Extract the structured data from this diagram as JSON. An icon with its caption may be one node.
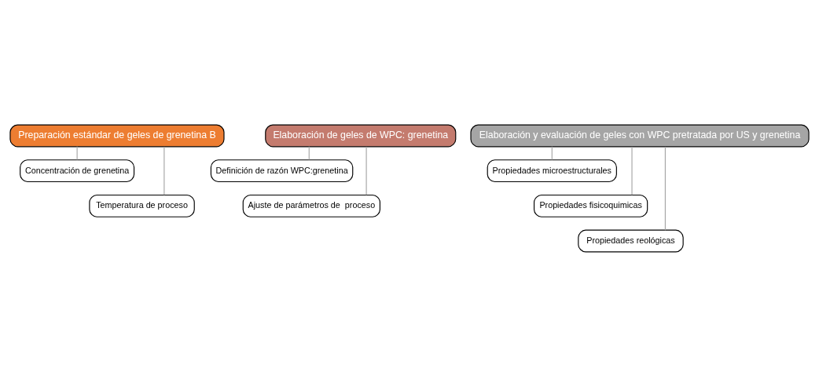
{
  "diagram": {
    "nodes": [
      {
        "text": [
          "Preparación estándar de geles de grenetina B"
        ]
      },
      {
        "text": [
          "Concentración de grenetina"
        ]
      },
      {
        "text": [
          "Temperatura de proceso"
        ]
      },
      {
        "text": [
          "Elaboración de geles de WPC: grenetina"
        ]
      },
      {
        "text": [
          "Definición de razón WPC:grenetina"
        ]
      },
      {
        "text": [
          "Ajuste de parámetros de  proceso"
        ]
      },
      {
        "text": [
          "Elaboración y evaluación de geles con WPC pretratada por US y grenetina"
        ]
      },
      {
        "text": [
          "Propiedades microestructurales"
        ]
      },
      {
        "text": [
          "Propiedades fisicoquimicas"
        ]
      },
      {
        "text": [
          "Propiedades reológicas"
        ]
      }
    ],
    "edges": [
      {
        "from": 0,
        "to": 1,
        "arrow": "none"
      },
      {
        "from": 0,
        "to": 2,
        "arrow": "none"
      },
      {
        "from": 3,
        "to": 4,
        "arrow": "none"
      },
      {
        "from": 3,
        "to": 5,
        "arrow": "none"
      },
      {
        "from": 6,
        "to": 7,
        "arrow": "none"
      },
      {
        "from": 6,
        "to": 8,
        "arrow": "none"
      },
      {
        "from": 6,
        "to": 9,
        "arrow": "none"
      }
    ]
  }
}
